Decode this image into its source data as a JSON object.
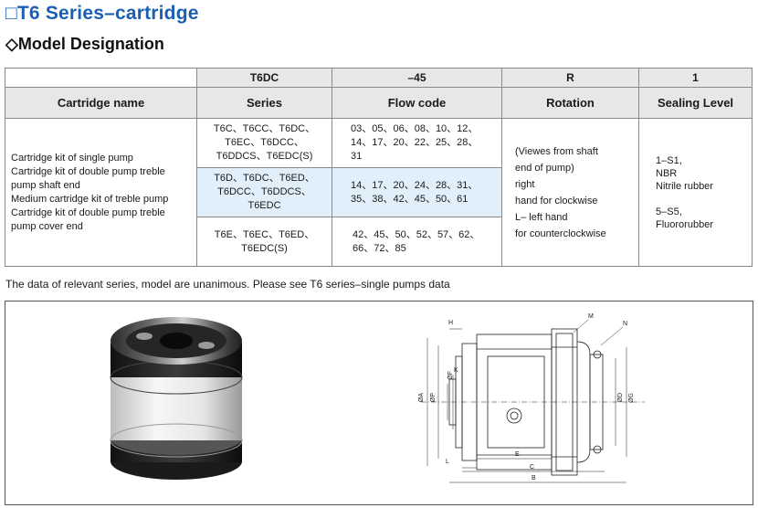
{
  "page": {
    "title": "□T6 Series–cartridge",
    "subtitle": "◇Model Designation",
    "note": "The data of relevant series, model are unanimous. Please see T6 series–single pumps data"
  },
  "table": {
    "codes": [
      "T6DC",
      "–45",
      "R",
      "1"
    ],
    "headers": [
      "Cartridge name",
      "Series",
      "Flow code",
      "Rotation",
      "Sealing Level"
    ],
    "cartridge_names": [
      "Cartridge kit of single pump",
      "Cartridge kit of double pump treble pump shaft end",
      "Medium cartridge kit of treble pump",
      "Cartridge kit of double pump treble pump cover end"
    ],
    "groups": [
      {
        "series": "T6C、T6CC、T6DC、T6EC、T6DCC、T6DDCS、T6EDC(S)",
        "flow": "03、05、06、08、10、12、14、17、20、22、25、28、31"
      },
      {
        "series": "T6D、T6DC、T6ED、T6DCC、T6DDCS、T6EDC",
        "flow": "14、17、20、24、28、31、35、38、42、45、50、61"
      },
      {
        "series": "T6E、T6EC、T6ED、T6EDC(S)",
        "flow": "42、45、50、52、57、62、66、72、85"
      }
    ],
    "rotation": [
      "(Viewes from shaft",
      "end of pump)",
      "right",
      "hand for clockwise",
      "L– left hand",
      "for counterclockwise"
    ],
    "sealing": [
      "1–S1,",
      "NBR",
      "Nitrile rubber",
      "",
      "5–S5,",
      "Fluororubber"
    ]
  },
  "drawing_labels": {
    "H": "H",
    "M": "M",
    "N": "N",
    "K": "K",
    "F": "ØF",
    "A": "ØA",
    "P": "ØP",
    "D": "ØD",
    "G": "ØG",
    "L": "L",
    "E": "E",
    "C": "C",
    "B": "B"
  },
  "colors": {
    "title": "#1a5fb4",
    "header_bg": "#e7e7e7",
    "highlight": "#e0eff9"
  }
}
